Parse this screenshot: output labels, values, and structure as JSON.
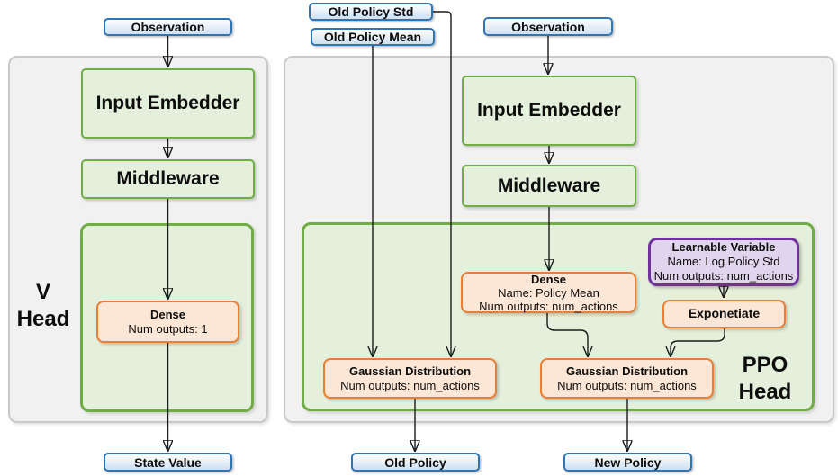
{
  "colors": {
    "blue-border": "#2e75b6",
    "blue-fill-top": "#fdfeff",
    "blue-fill-bottom": "#cfe0f2",
    "green-border": "#70ad47",
    "green-fill": "#e4f0db",
    "orange-border": "#ed7d31",
    "orange-fill": "#fce6d5",
    "purple-border": "#7030a0",
    "purple-fill": "#e0d5ec",
    "panel-fill": "#f1f1f1",
    "panel-border": "#c9c9c9",
    "line": "#1a1a1a"
  },
  "v_head": {
    "label": {
      "line1": "V",
      "line2": "Head"
    },
    "observation": "Observation",
    "input_embedder": "Input Embedder",
    "middleware": "Middleware",
    "dense": {
      "title": "Dense",
      "outputs": "Num outputs: 1"
    },
    "state_value": "State Value"
  },
  "ppo_head": {
    "label": {
      "line1": "PPO",
      "line2": "Head"
    },
    "inputs": {
      "old_policy_std": "Old Policy Std",
      "old_policy_mean": "Old Policy Mean",
      "observation": "Observation"
    },
    "input_embedder": "Input Embedder",
    "middleware": "Middleware",
    "dense": {
      "title": "Dense",
      "name": "Name: Policy Mean",
      "outputs": "Num outputs: num_actions"
    },
    "learnable_variable": {
      "title": "Learnable Variable",
      "name": "Name: Log Policy Std",
      "outputs": "Num outputs: num_actions"
    },
    "exponetiate": "Exponetiate",
    "gaussian_old": {
      "title": "Gaussian Distribution",
      "outputs": "Num outputs: num_actions"
    },
    "gaussian_new": {
      "title": "Gaussian Distribution",
      "outputs": "Num outputs: num_actions"
    },
    "outputs": {
      "old_policy": "Old Policy",
      "new_policy": "New Policy"
    }
  }
}
